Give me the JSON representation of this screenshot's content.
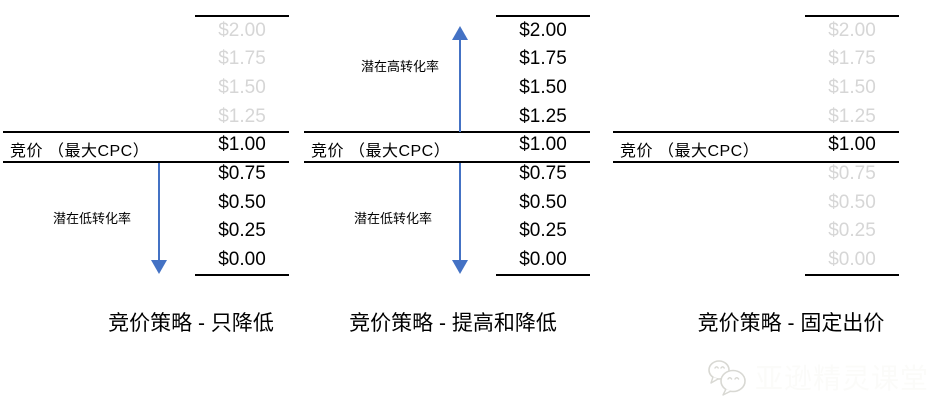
{
  "figure": {
    "bid_row_label": "竞价 （最大CPC）",
    "prices": [
      "$2.00",
      "$1.75",
      "$1.50",
      "$1.25",
      "$1.00",
      "$0.75",
      "$0.50",
      "$0.25",
      "$0.00"
    ],
    "diagrams": [
      {
        "strategy": "down-only",
        "caption": "竞价策略 - 只降低",
        "down_label": "潜在低转化率",
        "muted_prices": [
          "$2.00",
          "$1.75",
          "$1.50",
          "$1.25"
        ]
      },
      {
        "strategy": "up-and-down",
        "caption": "竞价策略 - 提高和降低",
        "up_label": "潜在高转化率",
        "down_label": "潜在低转化率",
        "muted_prices": []
      },
      {
        "strategy": "fixed-bid",
        "caption": "竞价策略 - 固定出价",
        "muted_prices": [
          "$2.00",
          "$1.75",
          "$1.50",
          "$1.25",
          "$0.75",
          "$0.50",
          "$0.25",
          "$0.00"
        ]
      }
    ]
  },
  "watermark": {
    "text": "亚逊精灵课堂",
    "icon": "wechat-chat-bubbles"
  },
  "colors": {
    "arrow_blue": "#4472C4",
    "muted_price": "#D6D6D6",
    "text_black": "#000000",
    "watermark_gray": "#C6C6C1"
  }
}
